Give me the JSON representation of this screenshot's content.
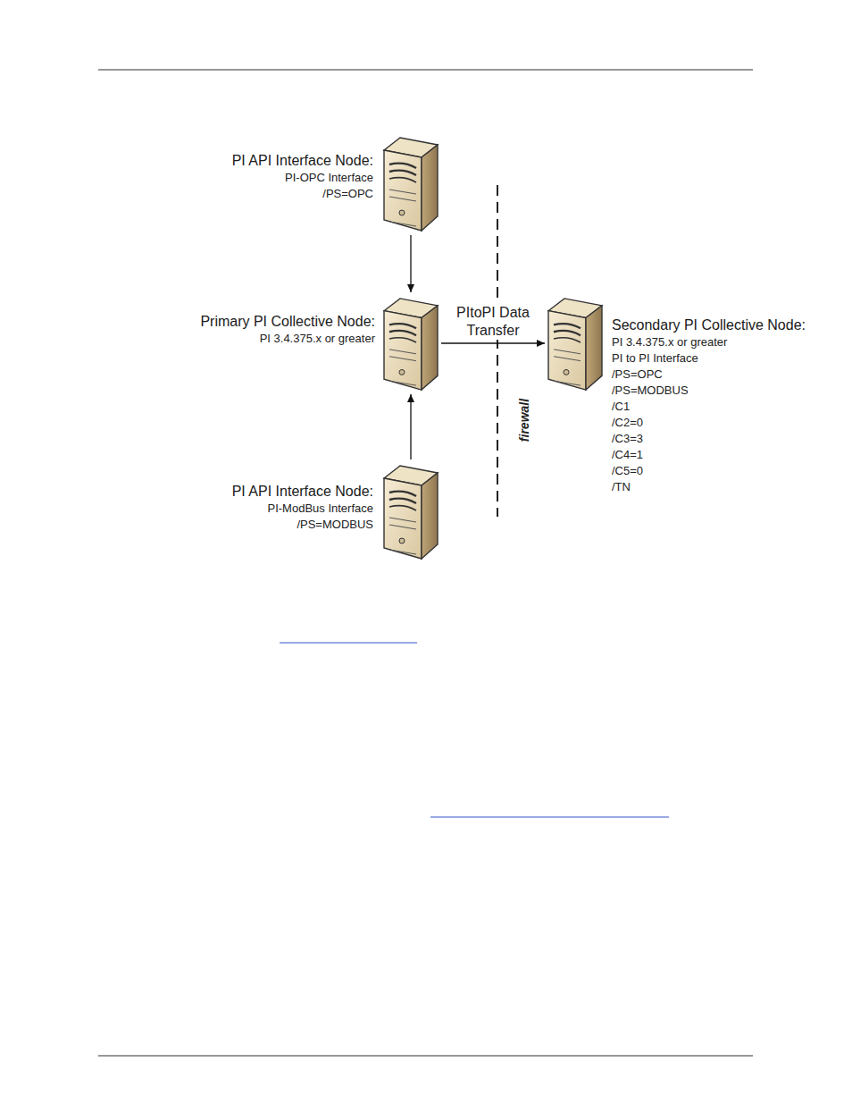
{
  "diagram": {
    "nodes": [
      {
        "text": [
          "PI API Interface Node:",
          "PI-OPC Interface",
          "/PS=OPC"
        ]
      },
      {
        "text": [
          "Primary PI Collective Node:",
          "PI 3.4.375.x or greater"
        ]
      },
      {
        "text": [
          "Secondary PI Collective Node:",
          "PI 3.4.375.x or greater",
          "PI to PI Interface",
          "/PS=OPC",
          "/PS=MODBUS",
          "/C1",
          "/C2=0",
          "/C3=3",
          "/C4=1",
          "/C5=0",
          "/TN"
        ]
      },
      {
        "text": [
          "PI API Interface Node:",
          "PI-ModBus Interface",
          "/PS=MODBUS"
        ]
      }
    ],
    "edges": [
      {
        "from": 0,
        "to": 1,
        "arrow": "to"
      },
      {
        "from": 3,
        "to": 1,
        "arrow": "to"
      },
      {
        "from": 1,
        "to": 2,
        "label": "PItoPI Data Transfer",
        "arrow": "to"
      }
    ],
    "labels": [
      "firewall"
    ]
  }
}
